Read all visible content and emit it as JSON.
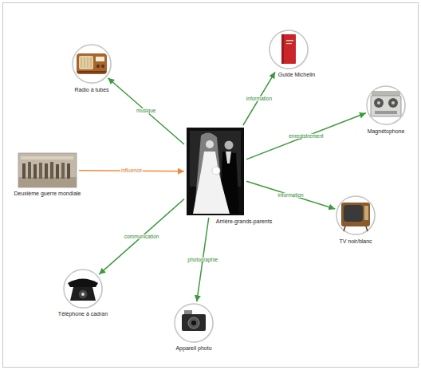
{
  "diagram": {
    "nodes": [
      {
        "text": [
          "Guide Michelin"
        ]
      },
      {
        "text": [
          "Radio à tubes"
        ]
      },
      {
        "text": [
          "Magnétophone"
        ]
      },
      {
        "text": [
          "Deuxième guerre mondiale"
        ]
      },
      {
        "text": [
          "Arrière-grands-parents"
        ]
      },
      {
        "text": [
          "TV noir/blanc"
        ]
      },
      {
        "text": [
          "Téléphone à cadran"
        ]
      },
      {
        "text": [
          "Appareil photo"
        ]
      }
    ],
    "edges": [
      {
        "from": 4,
        "to": 0,
        "label": "information",
        "arrow": "to"
      },
      {
        "from": 4,
        "to": 1,
        "label": "musique",
        "arrow": "to"
      },
      {
        "from": 4,
        "to": 2,
        "label": "enregistrement",
        "arrow": "to"
      },
      {
        "from": 3,
        "to": 4,
        "label": "influence",
        "arrow": "to"
      },
      {
        "from": 4,
        "to": 5,
        "label": "information",
        "arrow": "to"
      },
      {
        "from": 4,
        "to": 6,
        "label": "communication",
        "arrow": "to"
      },
      {
        "from": 4,
        "to": 7,
        "label": "photographie",
        "arrow": "to"
      }
    ]
  }
}
